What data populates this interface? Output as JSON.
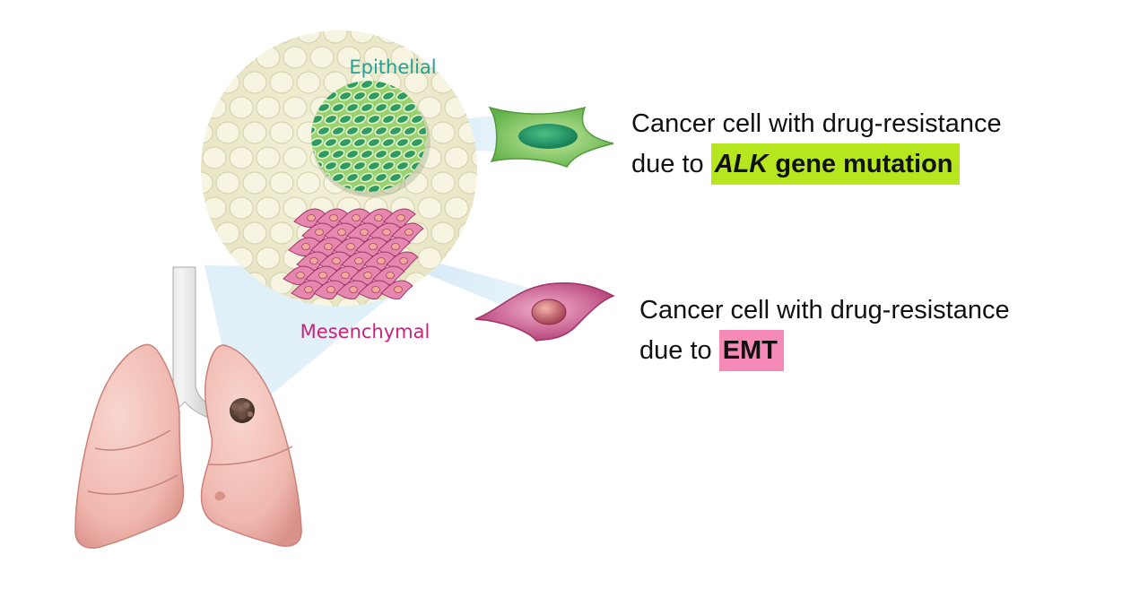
{
  "labels": {
    "epithelial": "Epithelial",
    "mesenchymal": "Mesenchymal"
  },
  "captions": {
    "alk": {
      "line1": "Cancer cell with drug-resistance",
      "line2_prefix": "due to ",
      "highlight_gene": "ALK",
      "highlight_rest": " gene mutation"
    },
    "emt": {
      "line1": "Cancer cell with drug-resistance",
      "line2_prefix": "due to ",
      "highlight": "EMT"
    }
  },
  "colors": {
    "epithelial_label": "#1fa29a",
    "mesenchymal_label": "#c8247a",
    "alk_highlight": "#b6e61e",
    "emt_highlight": "#f48ab5",
    "lung": "#f3bdb5",
    "tumor": "#5e4a40",
    "magnifier": "#efedcf",
    "epithelial_cell": "#8cc96a",
    "mesenchymal_cell": "#d66f9c"
  },
  "icons": {
    "lungs": "lungs-illustration",
    "tumor": "tumor-mass-icon",
    "epithelial_cell": "epithelial-cell-icon",
    "mesenchymal_cell": "mesenchymal-cell-icon"
  }
}
